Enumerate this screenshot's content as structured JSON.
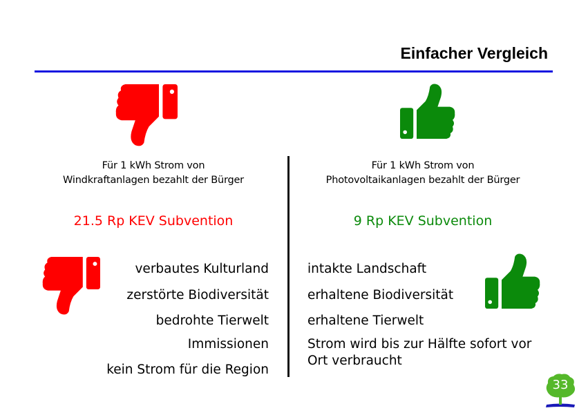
{
  "header": {
    "title": "Einfacher Vergleich"
  },
  "colors": {
    "accent": "#1010e0",
    "bad": "#ff0000",
    "good": "#0b8a0b",
    "badge": "#55b82a"
  },
  "left": {
    "intro": [
      "Für 1 kWh Strom von",
      "Windkraftanlagen bezahlt der Bürger"
    ],
    "subsidy": "21.5 Rp KEV Subvention",
    "items": [
      "verbautes Kulturland",
      "zerstörte Biodiversität",
      "bedrohte Tierwelt",
      "Immissionen",
      "kein Strom für die Region"
    ],
    "icon": "thumbs-down-icon"
  },
  "right": {
    "intro": [
      "Für 1 kWh Strom von",
      "Photovoltaikanlagen bezahlt der Bürger"
    ],
    "subsidy": "9 Rp KEV Subvention",
    "items": [
      "intakte Landschaft",
      "erhaltene Biodiversität",
      "erhaltene Tierwelt",
      "Strom wird bis zur Hälfte sofort vor",
      "Ort verbraucht"
    ],
    "icon": "thumbs-up-icon"
  },
  "page_number": "33"
}
